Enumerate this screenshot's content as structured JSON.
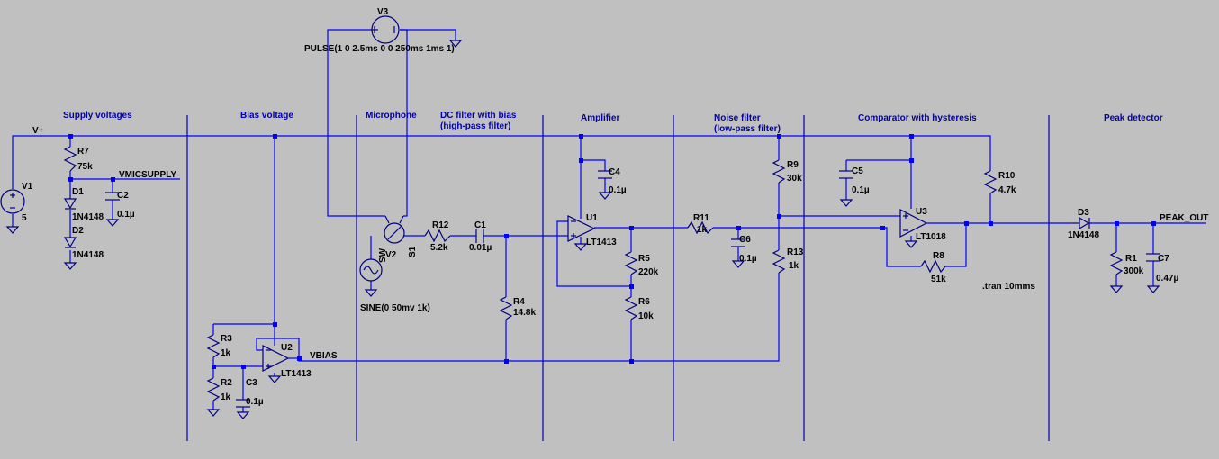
{
  "sections": {
    "supply": "Supply voltages",
    "bias": "Bias voltage",
    "microphone": "Microphone",
    "dc_filter_1": "DC filter with bias",
    "dc_filter_2": "(high-pass filter)",
    "amplifier": "Amplifier",
    "noise_1": "Noise filter",
    "noise_2": "(low-pass filter)",
    "comparator": "Comparator with hysteresis",
    "peak": "Peak detector"
  },
  "nets": {
    "vplus": "V+",
    "vmicsupply": "VMICSUPPLY",
    "vbias": "VBIAS",
    "peak_out": "PEAK_OUT"
  },
  "components": {
    "v1": {
      "name": "V1",
      "value": "5"
    },
    "v2": {
      "name": "V2",
      "value": "SINE(0 50mv 1k)"
    },
    "v3": {
      "name": "V3",
      "value": "PULSE(1 0 2.5ms 0 0 250ms 1ms 1)"
    },
    "s1": {
      "name": "S1",
      "value": "SW"
    },
    "r1": {
      "name": "R1",
      "value": "300k"
    },
    "r2": {
      "name": "R2",
      "value": "1k"
    },
    "r3": {
      "name": "R3",
      "value": "1k"
    },
    "r4": {
      "name": "R4",
      "value": "14.8k"
    },
    "r5": {
      "name": "R5",
      "value": "220k"
    },
    "r6": {
      "name": "R6",
      "value": "10k"
    },
    "r7": {
      "name": "R7",
      "value": "75k"
    },
    "r8": {
      "name": "R8",
      "value": "51k"
    },
    "r9": {
      "name": "R9",
      "value": "30k"
    },
    "r10": {
      "name": "R10",
      "value": "4.7k"
    },
    "r11": {
      "name": "R11",
      "value": "1k"
    },
    "r12": {
      "name": "R12",
      "value": "5.2k"
    },
    "r13": {
      "name": "R13",
      "value": "1k"
    },
    "c1": {
      "name": "C1",
      "value": "0.01µ"
    },
    "c2": {
      "name": "C2",
      "value": "0.1µ"
    },
    "c3": {
      "name": "C3",
      "value": "0.1µ"
    },
    "c4": {
      "name": "C4",
      "value": "0.1µ"
    },
    "c5": {
      "name": "C5",
      "value": "0.1µ"
    },
    "c6": {
      "name": "C6",
      "value": "0.1µ"
    },
    "c7": {
      "name": "C7",
      "value": "0.47µ"
    },
    "d1": {
      "name": "D1",
      "value": "1N4148"
    },
    "d2": {
      "name": "D2",
      "value": "1N4148"
    },
    "d3": {
      "name": "D3",
      "value": "1N4148"
    },
    "u1": {
      "name": "U1",
      "value": "LT1413"
    },
    "u2": {
      "name": "U2",
      "value": "LT1413"
    },
    "u3": {
      "name": "U3",
      "value": "LT1018"
    }
  },
  "directive": ".tran 10mms",
  "colors": {
    "background": "#c0c0c0",
    "wire": "#0000ff",
    "component": "#000080",
    "section_text": "#0000aa"
  }
}
